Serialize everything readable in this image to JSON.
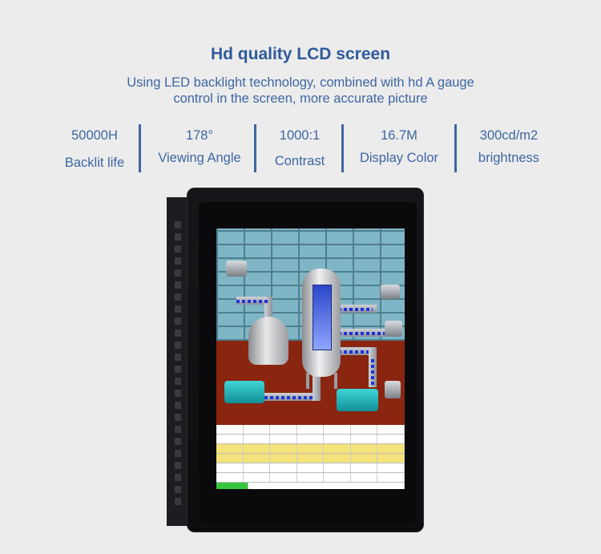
{
  "title": "Hd quality LCD screen",
  "subtitle_line1": "Using LED backlight technology, combined with hd A gauge",
  "subtitle_line2": "control in the screen, more accurate picture",
  "specs": [
    {
      "value": "50000H",
      "label": "Backlit life"
    },
    {
      "value": "178°",
      "label": "Viewing Angle"
    },
    {
      "value": "1000:1",
      "label": "Contrast"
    },
    {
      "value": "16.7M",
      "label": "Display Color"
    },
    {
      "value": "300cd/m2",
      "label": "brightness"
    }
  ],
  "colors": {
    "accent": "#3d66a3",
    "background": "#ececec",
    "bezel": "#111214"
  }
}
